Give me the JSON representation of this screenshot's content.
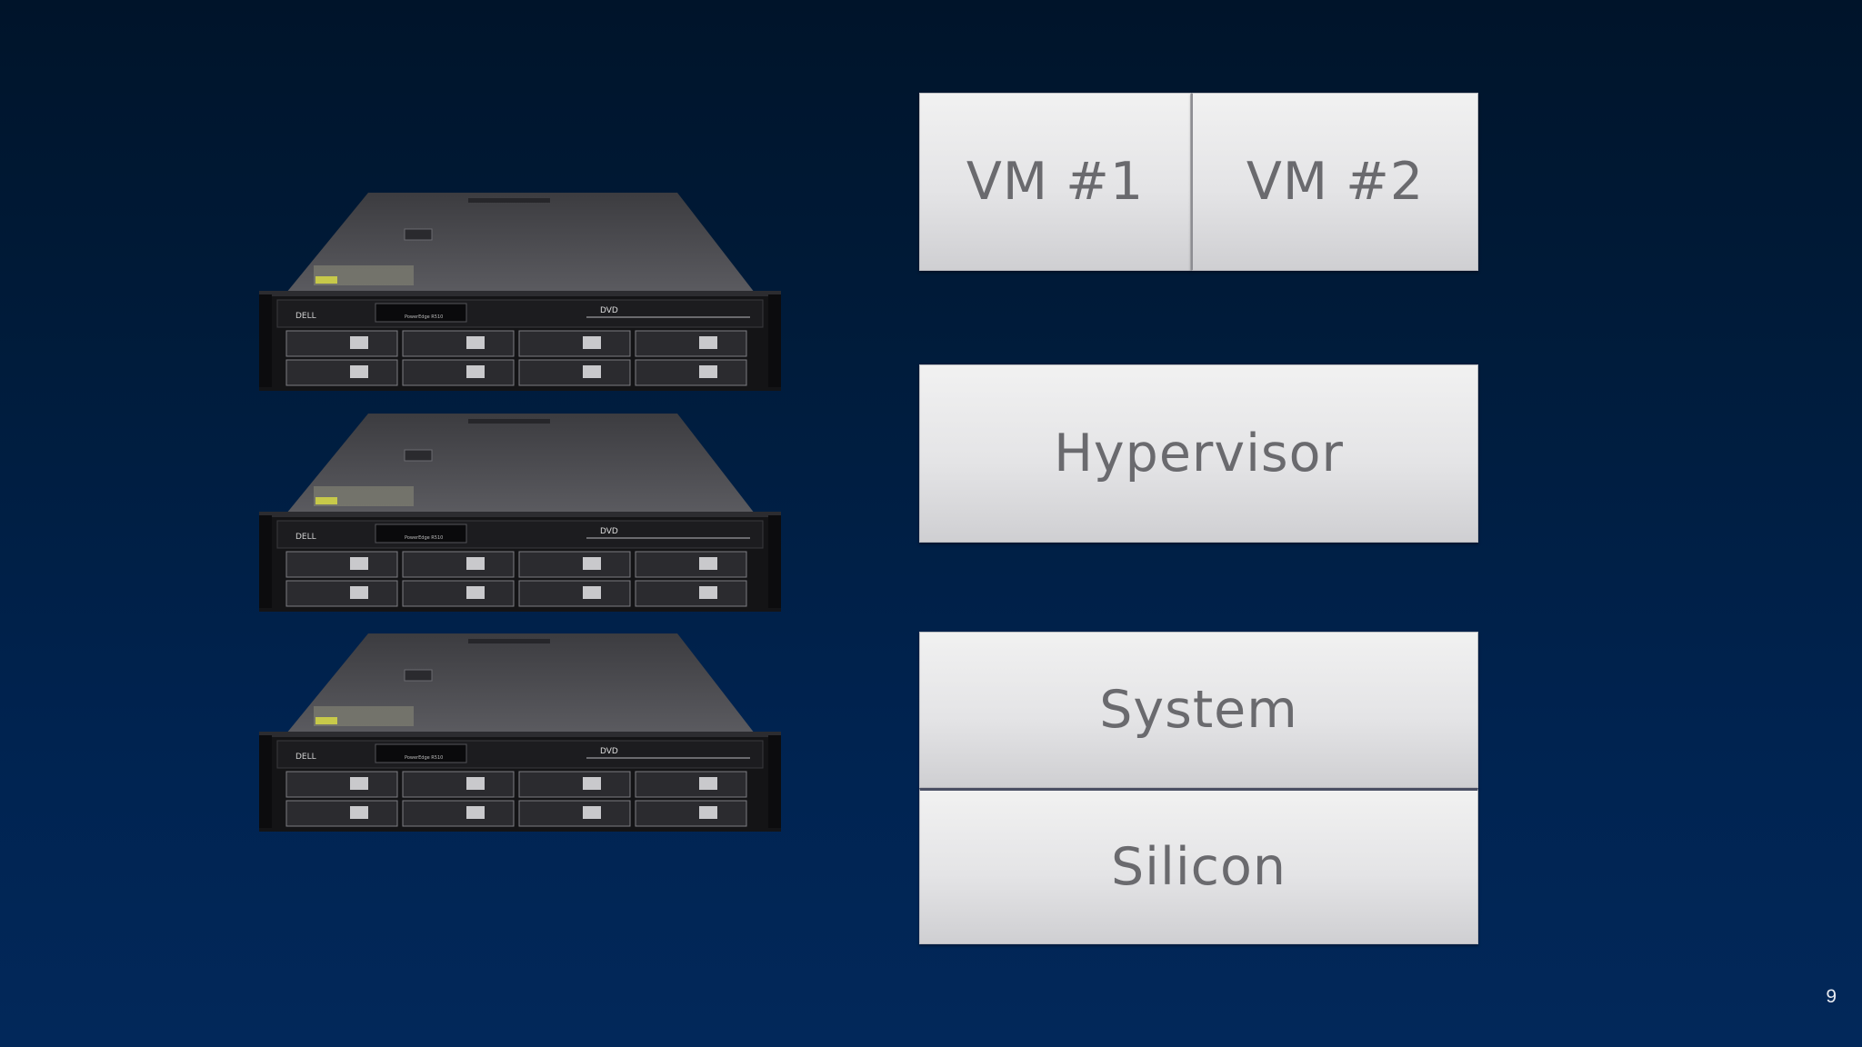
{
  "slide": {
    "servers": [
      {
        "brand": "DELL",
        "model": "PowerEdge R510",
        "drive_label": "DVD"
      },
      {
        "brand": "DELL",
        "model": "PowerEdge R510",
        "drive_label": "DVD"
      },
      {
        "brand": "DELL",
        "model": "PowerEdge R510",
        "drive_label": "DVD"
      }
    ],
    "stack": {
      "vm1": "VM #1",
      "vm2": "VM #2",
      "hypervisor": "Hypervisor",
      "system": "System",
      "silicon": "Silicon"
    },
    "page_number": "9"
  }
}
